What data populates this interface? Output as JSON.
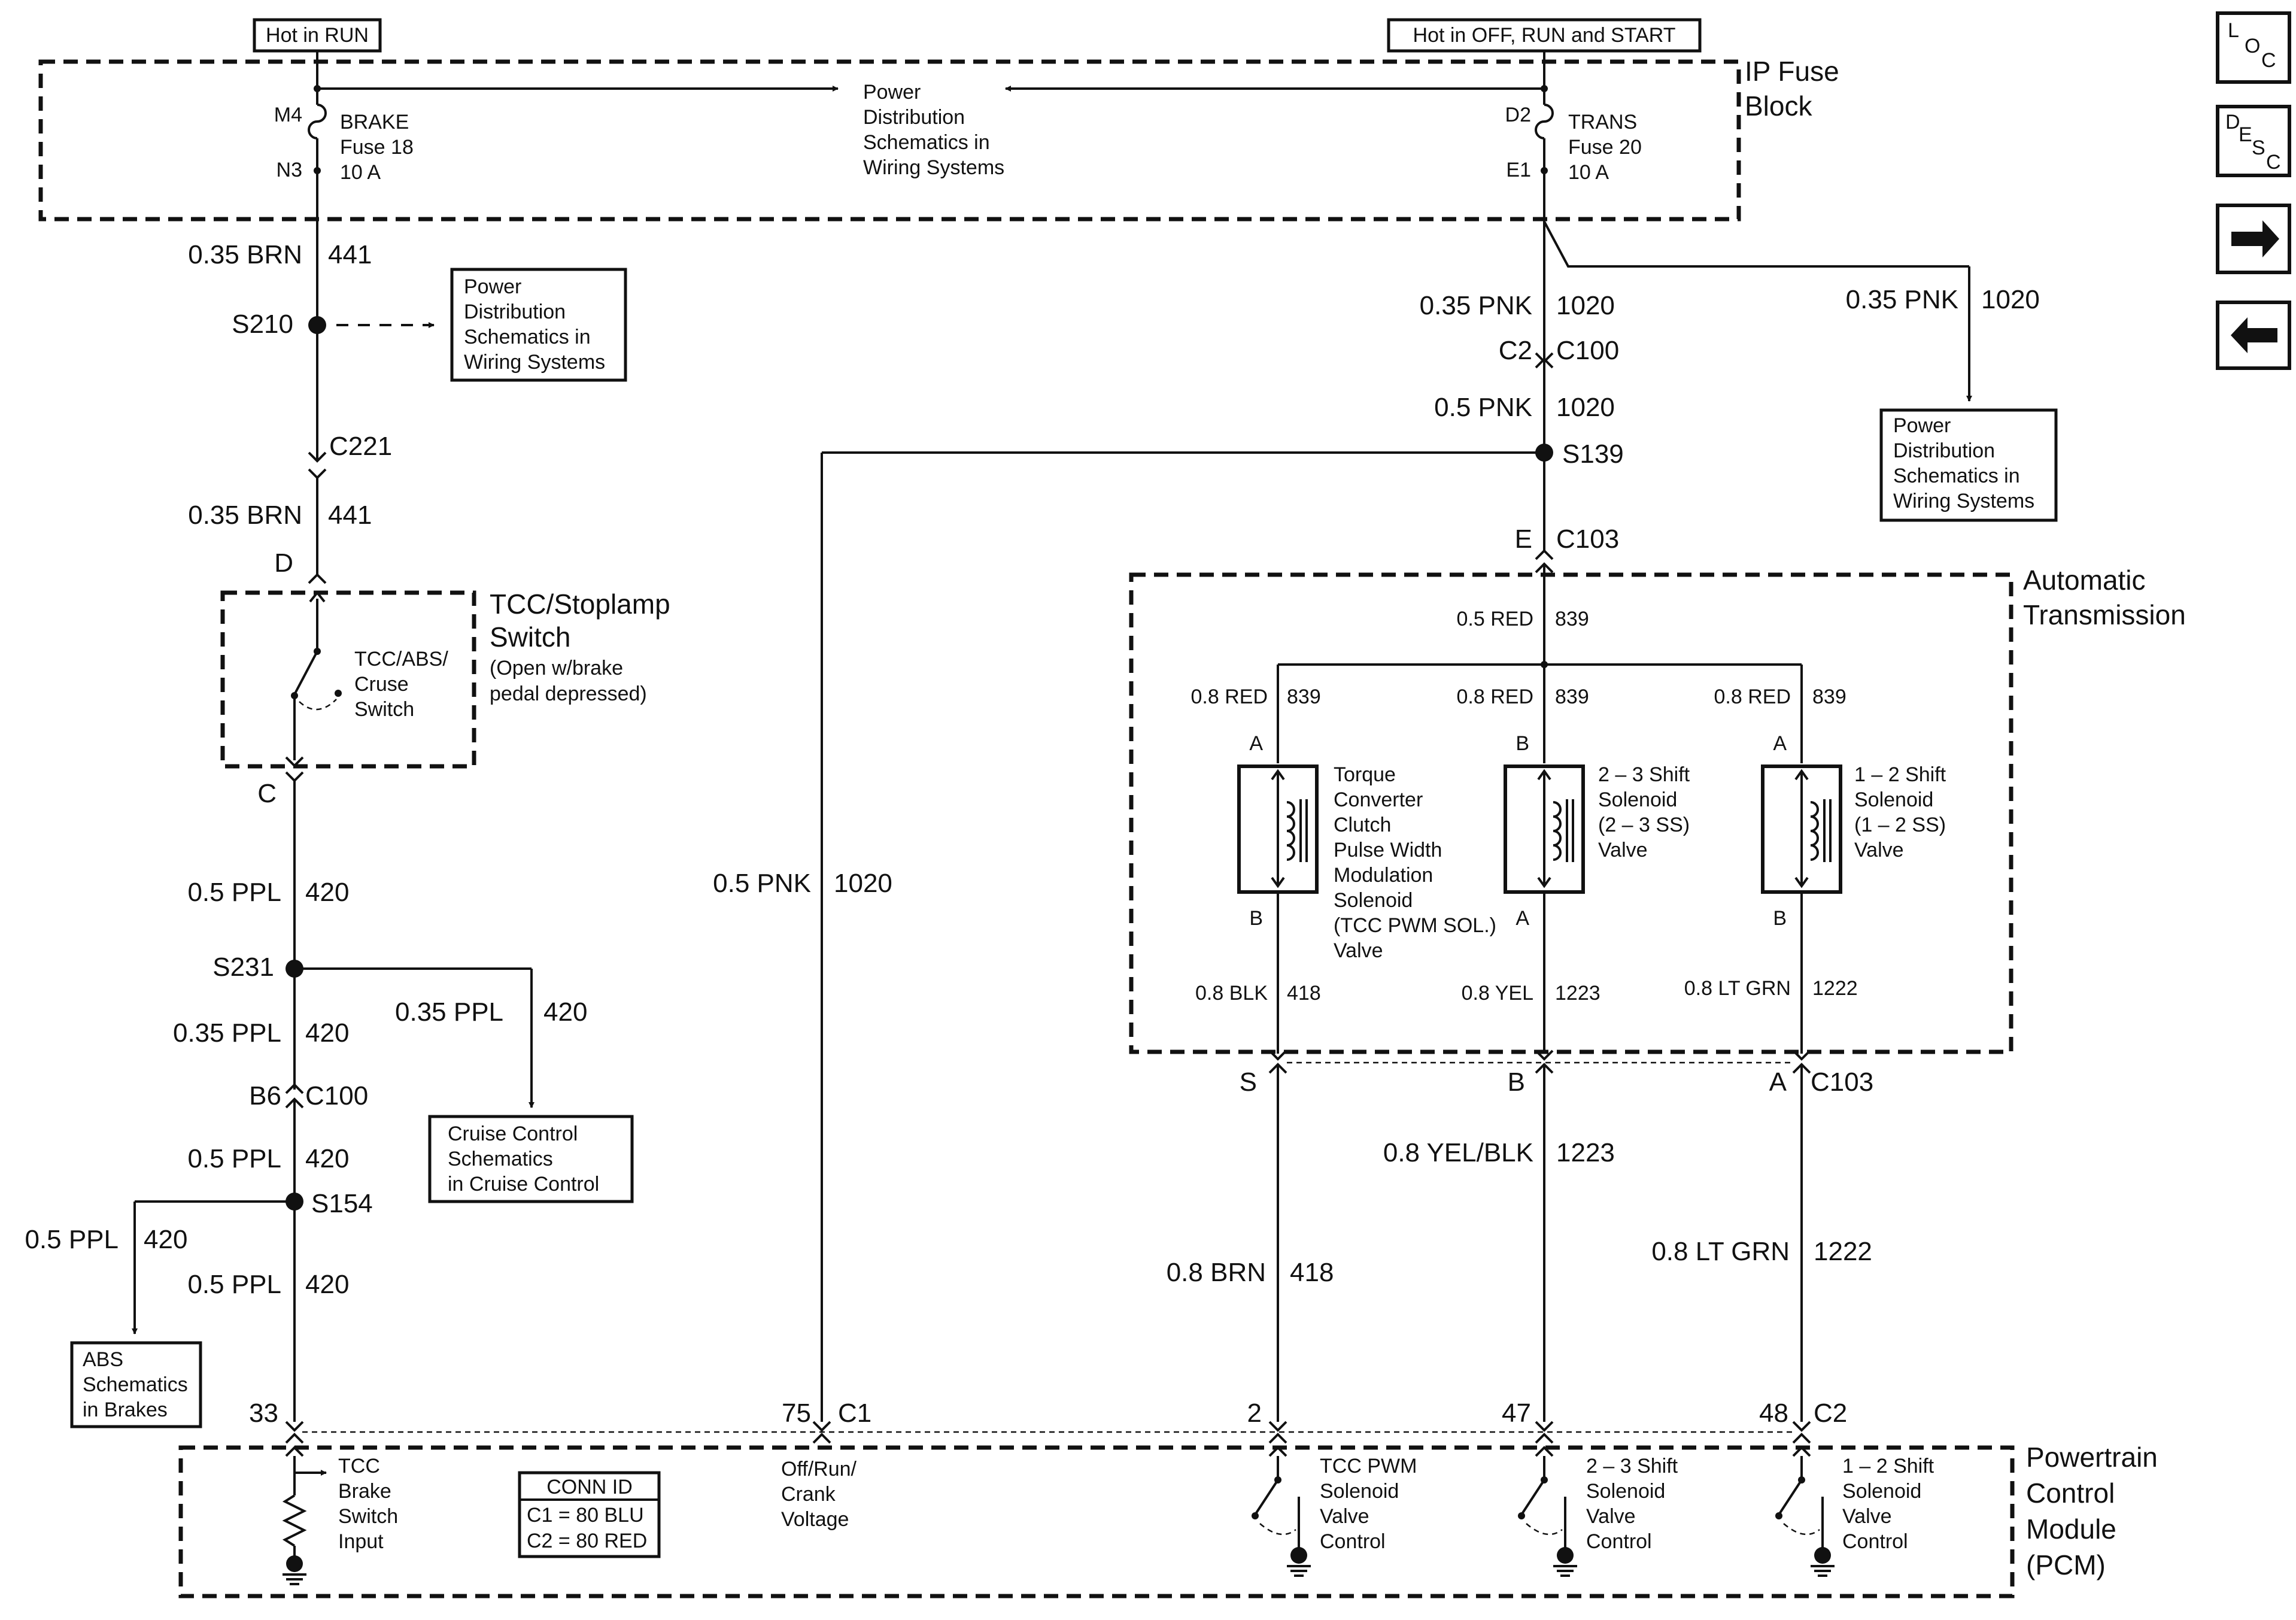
{
  "header": {
    "hot_run": "Hot in RUN",
    "hot_all": "Hot in OFF, RUN and START"
  },
  "ip_fuse_block": {
    "line1": "IP Fuse",
    "line2": "Block",
    "m4": "M4",
    "n3": "N3",
    "brake_fuse": [
      "BRAKE",
      "Fuse 18",
      "10 A"
    ],
    "d2": "D2",
    "e1": "E1",
    "trans_fuse": [
      "TRANS",
      "Fuse 20",
      "10 A"
    ],
    "power_dist": [
      "Power",
      "Distribution",
      "Schematics in",
      "Wiring Systems"
    ]
  },
  "refboxes": {
    "pd_left": [
      "Power",
      "Distribution",
      "Schematics in",
      "Wiring Systems"
    ],
    "pd_right": [
      "Power",
      "Distribution",
      "Schematics in",
      "Wiring Systems"
    ],
    "cruise": [
      "Cruise Control",
      "Schematics",
      "in Cruise Control"
    ],
    "abs": [
      "ABS",
      "Schematics",
      "in Brakes"
    ]
  },
  "left_branch": {
    "w1_size": "0.35 BRN",
    "w1_num": "441",
    "s210": "S210",
    "c221": "C221",
    "w2_size": "0.35 BRN",
    "w2_num": "441",
    "d": "D",
    "switch_title": [
      "TCC/Stoplamp",
      "Switch"
    ],
    "switch_note": [
      "(Open w/brake",
      "pedal depressed)"
    ],
    "switch_label": [
      "TCC/ABS/",
      "Cruse",
      "Switch"
    ],
    "c": "C",
    "w3_size": "0.5 PPL",
    "w3_num": "420",
    "s231": "S231",
    "w4_size": "0.35 PPL",
    "w4_num": "420",
    "w4b_size": "0.35 PPL",
    "w4b_num": "420",
    "b6": "B6",
    "c100": "C100",
    "w5_size": "0.5 PPL",
    "w5_num": "420",
    "s154": "S154",
    "w6_size": "0.5 PPL",
    "w6_num": "420",
    "w6b_size": "0.5 PPL",
    "w6b_num": "420",
    "pin33": "33"
  },
  "pink_branch": {
    "w_size": "0.5 PNK",
    "w_num": "1020",
    "pin75": "75",
    "c1": "C1"
  },
  "right_trunk": {
    "w1_size": "0.35 PNK",
    "w1_num": "1020",
    "w1b_size": "0.35 PNK",
    "w1b_num": "1020",
    "c2": "C2",
    "c100": "C100",
    "w2_size": "0.5 PNK",
    "w2_num": "1020",
    "s139": "S139",
    "e": "E",
    "c103": "C103"
  },
  "trans": {
    "title": [
      "Automatic",
      "Transmission"
    ],
    "red_main": "0.5 RED",
    "red_main_num": "839",
    "red_wire": "0.8 RED",
    "red_num": "839",
    "sol1": {
      "top": "A",
      "bot": "B",
      "label": [
        "Torque",
        "Converter",
        "Clutch",
        "Pulse Width",
        "Modulation",
        "Solenoid",
        "(TCC PWM SOL.)",
        "Valve"
      ],
      "out_size": "0.8 BLK",
      "out_num": "418"
    },
    "sol2": {
      "top": "B",
      "bot": "A",
      "label": [
        "2 – 3 Shift",
        "Solenoid",
        "(2 – 3 SS)",
        "Valve"
      ],
      "out_size": "0.8 YEL",
      "out_num": "1223"
    },
    "sol3": {
      "top": "A",
      "bot": "B",
      "label": [
        "1 – 2 Shift",
        "Solenoid",
        "(1 – 2 SS)",
        "Valve"
      ],
      "out_size": "0.8 LT GRN",
      "out_num": "1222"
    },
    "conn_s": "S",
    "conn_b": "B",
    "conn_a": "A",
    "conn_c103": "C103"
  },
  "outputs": {
    "yel_size": "0.8 YEL/BLK",
    "yel_num": "1223",
    "brn_size": "0.8 BRN",
    "brn_num": "418",
    "grn_size": "0.8 LT GRN",
    "grn_num": "1222",
    "pin2": "2",
    "pin47": "47",
    "pin48": "48",
    "c2": "C2"
  },
  "pcm": {
    "title": [
      "Powertrain",
      "Control",
      "Module",
      "(PCM)"
    ],
    "brake_input": [
      "TCC",
      "Brake",
      "Switch",
      "Input"
    ],
    "conn_id_title": "CONN ID",
    "conn_c1": "C1 = 80 BLU",
    "conn_c2": "C2 = 80 RED",
    "voltage": [
      "Off/Run/",
      "Crank",
      "Voltage"
    ],
    "ctl1": [
      "TCC PWM",
      "Solenoid",
      "Valve",
      "Control"
    ],
    "ctl2": [
      "2 – 3 Shift",
      "Solenoid",
      "Valve",
      "Control"
    ],
    "ctl3": [
      "1 – 2 Shift",
      "Solenoid",
      "Valve",
      "Control"
    ]
  },
  "nav": {
    "loc": [
      "L",
      "O",
      "C"
    ],
    "desc": [
      "D",
      "E",
      "S",
      "C"
    ]
  }
}
